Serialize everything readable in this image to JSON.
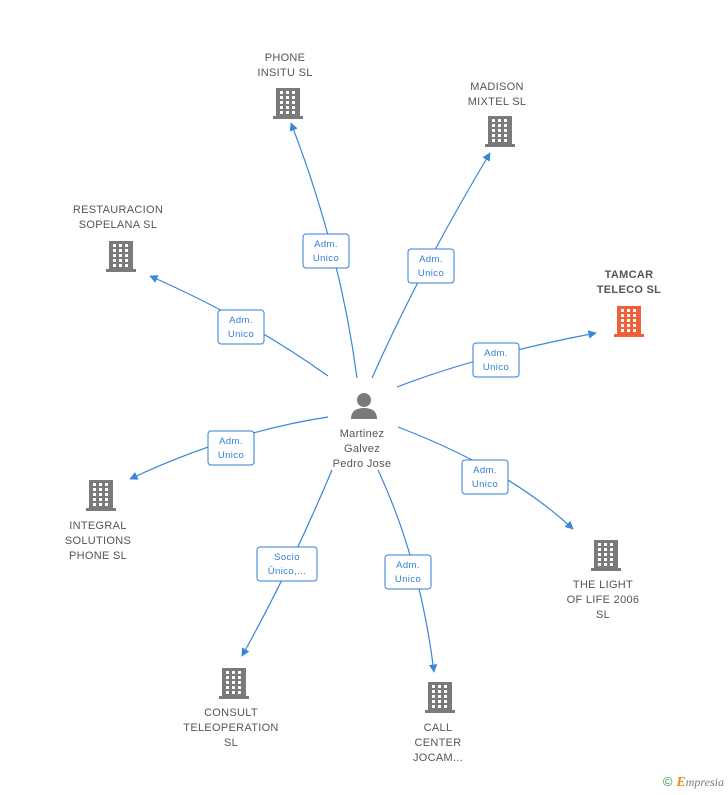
{
  "center": {
    "lines": [
      "Martinez",
      "Galvez",
      "Pedro Jose"
    ],
    "icon": "person-icon"
  },
  "companies": [
    {
      "id": "phone-insitu",
      "lines": [
        "PHONE",
        "INSITU SL"
      ],
      "highlight": false,
      "icon": "building-icon",
      "edge": [
        "Adm.",
        "Unico"
      ]
    },
    {
      "id": "madison-mixtel",
      "lines": [
        "MADISON",
        "MIXTEL SL"
      ],
      "highlight": false,
      "icon": "building-icon",
      "edge": [
        "Adm.",
        "Unico"
      ]
    },
    {
      "id": "restauracion-sopelana",
      "lines": [
        "RESTAURACION",
        "SOPELANA SL"
      ],
      "highlight": false,
      "icon": "building-icon",
      "edge": [
        "Adm.",
        "Unico"
      ]
    },
    {
      "id": "tamcar-teleco",
      "lines": [
        "TAMCAR",
        "TELECO SL"
      ],
      "highlight": true,
      "icon": "building-icon",
      "edge": [
        "Adm.",
        "Unico"
      ]
    },
    {
      "id": "integral-solutions",
      "lines": [
        "INTEGRAL",
        "SOLUTIONS",
        "PHONE  SL"
      ],
      "highlight": false,
      "icon": "building-icon",
      "edge": [
        "Adm.",
        "Unico"
      ]
    },
    {
      "id": "the-light-of-life",
      "lines": [
        "THE LIGHT",
        "OF LIFE 2006",
        "SL"
      ],
      "highlight": false,
      "icon": "building-icon",
      "edge": [
        "Adm.",
        "Unico"
      ]
    },
    {
      "id": "consult-teleoperation",
      "lines": [
        "CONSULT",
        "TELEOPERATION",
        "SL"
      ],
      "highlight": false,
      "icon": "building-icon",
      "edge": [
        "Socio",
        "Único,..."
      ]
    },
    {
      "id": "call-center-jocam",
      "lines": [
        "CALL",
        "CENTER",
        "JOCAM..."
      ],
      "highlight": false,
      "icon": "building-icon",
      "edge": [
        "Adm.",
        "Unico"
      ]
    }
  ],
  "colors": {
    "edge": "#3b86d8",
    "building": "#7a7a7a",
    "building_highlight": "#f0603a",
    "person": "#7a7a7a"
  },
  "footer": {
    "copyright": "©",
    "brand_first": "E",
    "brand_rest": "mpresia"
  }
}
